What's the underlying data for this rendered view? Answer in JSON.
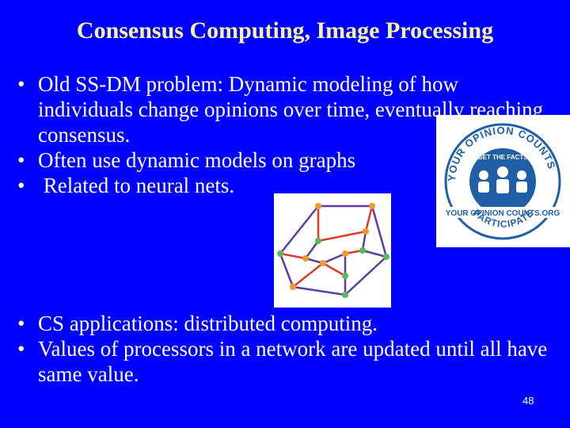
{
  "slide": {
    "title": "Consensus Computing, Image Processing",
    "bullets_top": [
      "Old SS-DM problem: Dynamic modeling of how individuals change opinions over time, eventually reaching consensus.",
      "Often use dynamic models on graphs",
      " Related to neural nets."
    ],
    "bullets_bottom": [
      "CS applications: distributed computing.",
      "Values of processors in a network are updated until all have same value."
    ],
    "bullet_glyph": "•",
    "page_number": "48"
  },
  "logo": {
    "arc_top": "YOUR OPINION COUNTS",
    "url": "YOUR OPINION COUNTS.ORG",
    "arc_bottom": "PARTICIPATE",
    "badge": "GET THE FACTS",
    "icon": "people-group-icon"
  },
  "graph": {
    "icon": "dodecahedral-graph-icon",
    "edge_color_a": "#5a3fa0",
    "edge_color_b": "#e03a2a",
    "node_color_a": "#f39a2b",
    "node_color_b": "#5cb85c"
  },
  "colors": {
    "background": "#0000ff",
    "title": "#f5f5a0",
    "text": "#ffffff",
    "logo": "#1f5fa8"
  }
}
